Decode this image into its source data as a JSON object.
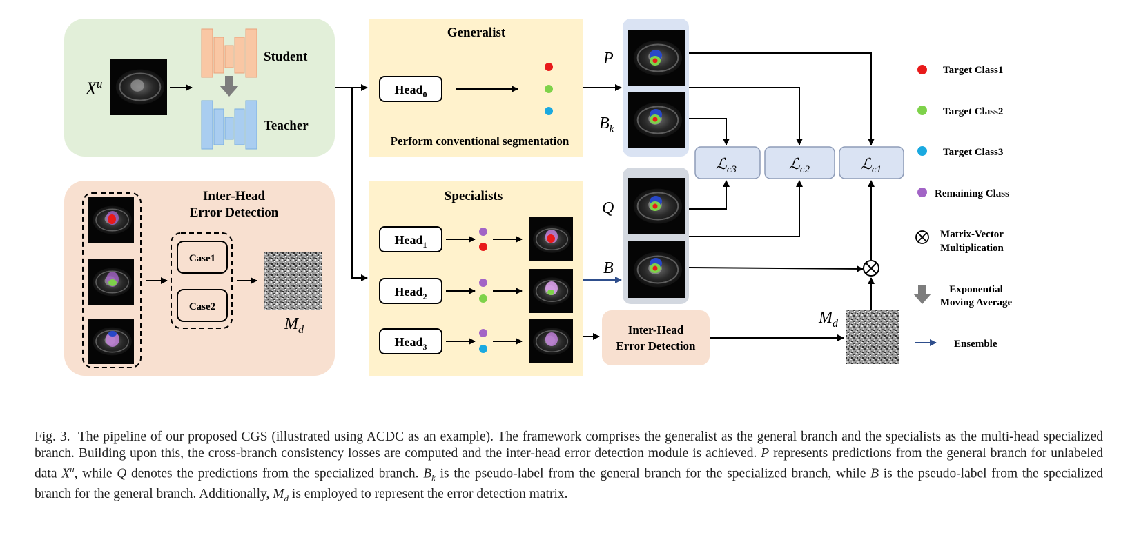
{
  "figure": {
    "generalist": {
      "title": "Generalist",
      "head": "Head",
      "head_sub": "0",
      "subtitle": "Perform conventional segmentation"
    },
    "specialists": {
      "title": "Specialists",
      "heads": [
        {
          "label": "Head",
          "sub": "1"
        },
        {
          "label": "Head",
          "sub": "2"
        },
        {
          "label": "Head",
          "sub": "3"
        }
      ]
    },
    "models": {
      "student": "Student",
      "teacher": "Teacher"
    },
    "input_label": {
      "base": "X",
      "sup": "u"
    },
    "inter_head_panel": {
      "title_line1": "Inter-Head",
      "title_line2": "Error Detection",
      "case1": "Case1",
      "case2": "Case2"
    },
    "inter_head_box": {
      "line1": "Inter-Head",
      "line2": "Error Detection"
    },
    "md_label": {
      "base": "M",
      "sub": "d"
    },
    "pred_labels": {
      "P": "P",
      "Bk_base": "B",
      "Bk_sub": "k",
      "Q": "Q",
      "B": "B"
    },
    "losses": [
      {
        "base": "ℒ",
        "sub": "c3"
      },
      {
        "base": "ℒ",
        "sub": "c2"
      },
      {
        "base": "ℒ",
        "sub": "c1"
      }
    ],
    "multiply_symbol": "⊗",
    "colors": {
      "class1": "#e81a1a",
      "class2": "#7ed24a",
      "class3": "#1aa9e0",
      "remaining": "#a264c6",
      "ensemble": "#2e4e8c",
      "ema": "#7d7d7d"
    },
    "legend": [
      {
        "icon": "red-dot",
        "label": "Target Class1"
      },
      {
        "icon": "green-dot",
        "label": "Target Class2"
      },
      {
        "icon": "blue-dot",
        "label": "Target Class3"
      },
      {
        "icon": "purple-dot",
        "label": "Remaining Class"
      },
      {
        "icon": "circle-times-icon",
        "label_line1": "Matrix-Vector",
        "label_line2": "Multiplication"
      },
      {
        "icon": "down-arrow-icon",
        "label_line1": "Exponential",
        "label_line2": "Moving Average"
      },
      {
        "icon": "blue-arrow-icon",
        "label": "Ensemble"
      }
    ]
  },
  "caption": {
    "fig_num": "Fig. 3.",
    "s1": "The pipeline of our proposed CGS (illustrated using ACDC as an example). The framework comprises the generalist as the general branch and the specialists as the multi-head specialized branch. Building upon this, the cross-branch consistency losses are computed and the inter-head error detection module is achieved.",
    "v_P": "P",
    "s2": "represents predictions from the general branch for unlabeled data",
    "v_X": "X",
    "v_u": "u",
    "s3": ", while",
    "v_Q": "Q",
    "s4": "denotes the predictions from the specialized branch.",
    "v_B": "B",
    "v_k": "k",
    "s5": "is the pseudo-label from the general branch for the specialized branch, while",
    "v_B2": "B",
    "s6": "is the pseudo-label from the specialized branch for the general branch. Additionally,",
    "v_M": "M",
    "v_d": "d",
    "s7": "is employed to represent the error detection matrix."
  }
}
